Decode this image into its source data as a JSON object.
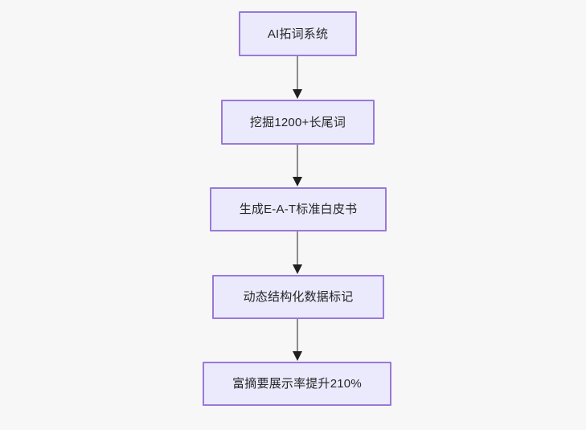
{
  "diagram": {
    "type": "flowchart",
    "direction": "top-to-bottom",
    "background_color": "#f7f7f8",
    "node_fill_color": "#ebeafd",
    "node_border_color": "#9a79d8",
    "node_text_color": "#262626",
    "edge_line_color": "#8c8c8c",
    "edge_arrow_color": "#1f1f1f",
    "nodes": [
      {
        "id": "n1",
        "label": "AI拓词系统"
      },
      {
        "id": "n2",
        "label": "挖掘1200+长尾词"
      },
      {
        "id": "n3",
        "label": "生成E-A-T标准白皮书"
      },
      {
        "id": "n4",
        "label": "动态结构化数据标记"
      },
      {
        "id": "n5",
        "label": "富摘要展示率提升210%"
      }
    ],
    "edges": [
      {
        "from": "n1",
        "to": "n2",
        "label": ""
      },
      {
        "from": "n2",
        "to": "n3",
        "label": ""
      },
      {
        "from": "n3",
        "to": "n4",
        "label": ""
      },
      {
        "from": "n4",
        "to": "n5",
        "label": ""
      }
    ]
  }
}
